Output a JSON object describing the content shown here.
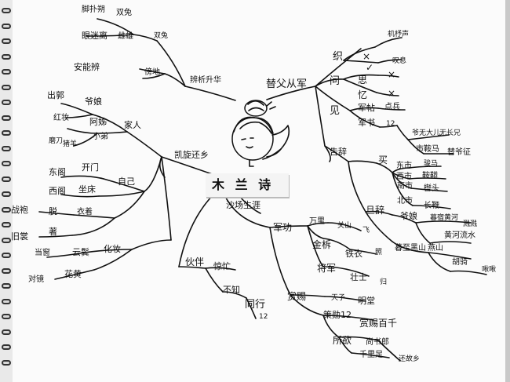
{
  "title": "木 兰 诗",
  "branches": {
    "cong_jun": {
      "label": "替父从军",
      "ji": {
        "label": "织",
        "marks": [
          "×",
          "✓"
        ],
        "notes": [
          "机杼声",
          "叹息"
        ]
      },
      "wen": {
        "label": "问",
        "items": [
          "思",
          "忆"
        ],
        "marks": [
          "×",
          "×"
        ]
      },
      "jian": {
        "label": "见",
        "items": [
          "军帖",
          "军书"
        ],
        "notes": [
          "点兵",
          "12"
        ]
      },
      "bu": {
        "items": [
          "爷无大儿",
          "无长兄",
          "市鞍马",
          "替爷征"
        ]
      }
    },
    "qu_ci": {
      "label": "告辞",
      "mai": {
        "label": "买",
        "items": [
          "东市",
          "西市",
          "南市",
          "北市"
        ],
        "notes": [
          "骏马",
          "鞍鞯",
          "辔头",
          "长鞭"
        ]
      },
      "ri_ci": {
        "label": "旦辞",
        "items": [
          "爷娘",
          "暮宿黄河",
          "溅溅",
          "黄河流水"
        ]
      },
      "mu_ci": {
        "items": [
          "暮至黑山",
          "燕山",
          "胡骑",
          "啾啾"
        ]
      }
    },
    "zhan_chang": {
      "label": "沙场生涯",
      "zhan_gong": {
        "label": "军功",
        "items": [
          "万里",
          "关山",
          "飞",
          "金柝",
          "铁衣",
          "照",
          "将军",
          "壮士",
          "归"
        ]
      },
      "shang_ci": {
        "label": "赏赐",
        "items": [
          "天子",
          "明堂",
          "策勋12",
          "赏赐百千",
          "所欲",
          "尚书郎",
          "千里足",
          "还故乡"
        ]
      }
    },
    "tong_xing": {
      "label": "伙伴",
      "items": [
        "惊忙",
        "不知",
        "同行",
        "12"
      ]
    },
    "gui_jia": {
      "label": "凯旋还乡",
      "jia_ren": {
        "label": "家人",
        "items": [
          "出郭",
          "爷娘",
          "红妆",
          "阿姊",
          "小弟",
          "磨刀",
          "猪羊"
        ]
      },
      "zi_ji": {
        "label": "自己",
        "items": [
          "东阁",
          "开门",
          "西阁",
          "坐床",
          "战袍",
          "脱",
          "衣着",
          "旧裳",
          "著",
          "当窗",
          "云鬓",
          "对镜",
          "花黄",
          "化妆"
        ]
      }
    },
    "bian": {
      "label": "辨析升华",
      "items": [
        "脚扑朔",
        "双兔",
        "眼迷离",
        "雌雄",
        "双兔",
        "安能辨",
        "傍地"
      ]
    }
  }
}
